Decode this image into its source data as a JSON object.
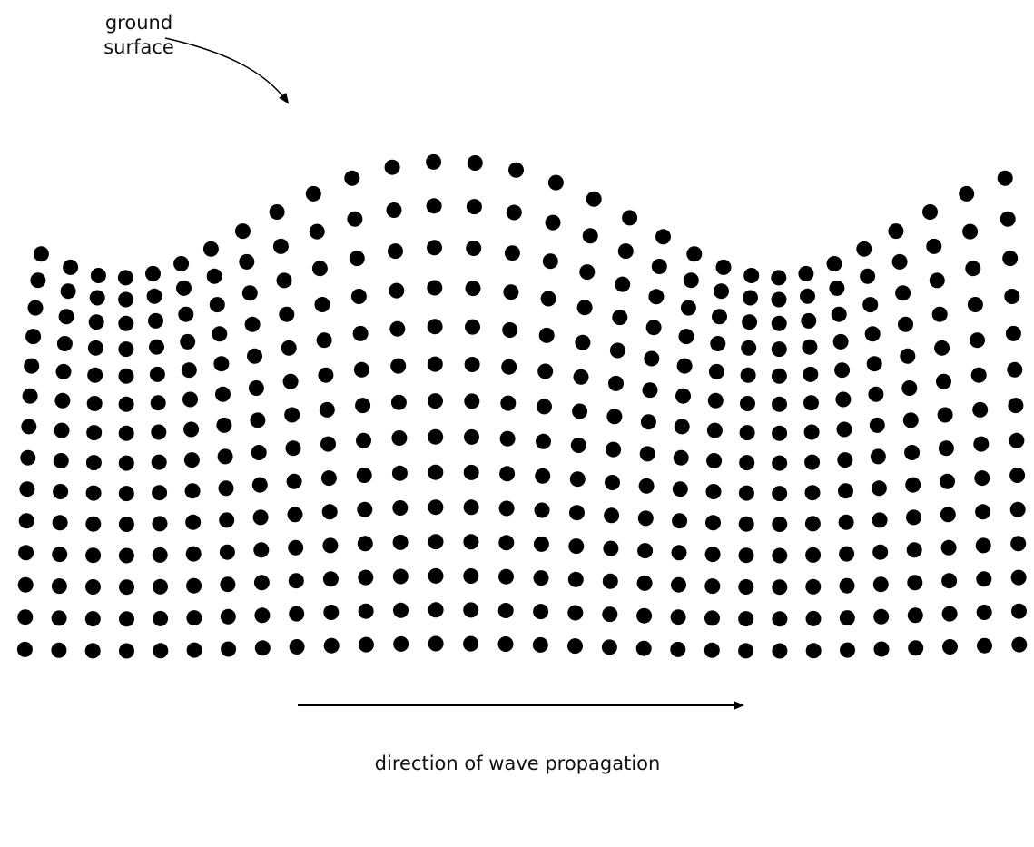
{
  "labels": {
    "ground_surface": [
      "ground",
      "surface"
    ],
    "direction": "direction of wave propagation"
  },
  "particle_grid": {
    "columns": 30,
    "rows": 14,
    "amplitude_note_units": "relative",
    "dot_color": "#000000"
  },
  "colors": {
    "ink": "#000000",
    "background": "#ffffff"
  }
}
